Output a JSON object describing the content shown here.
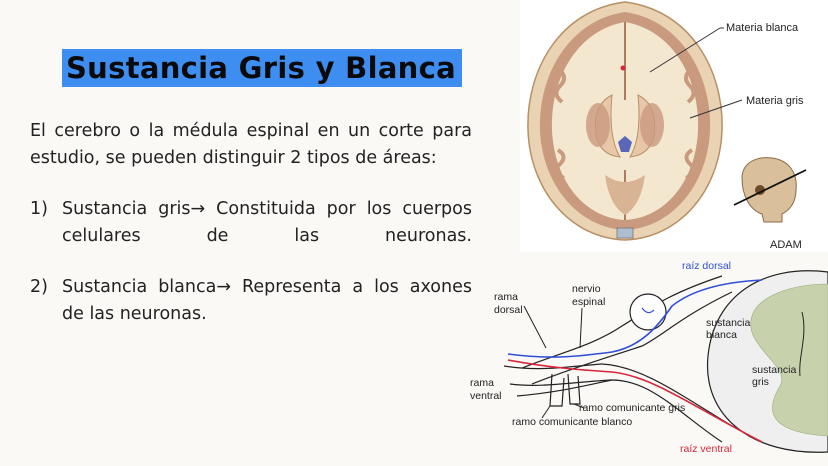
{
  "slide": {
    "title": "Sustancia Gris y Blanca",
    "intro": "El cerebro o la médula espinal en un corte para estudio, se pueden distinguir 2 tipos de áreas:",
    "items": [
      {
        "number": "1)",
        "text": "Sustancia gris→ Constituida por los cuerpos celulares de las neuronas."
      },
      {
        "number": "2)",
        "text": "Sustancia blanca→ Representa a los axones de las neuronas."
      }
    ]
  },
  "brain_figure": {
    "label_white": "Materia blanca",
    "label_gray": "Materia gris",
    "credit": "ADAM"
  },
  "spinal_figure": {
    "raiz_dorsal": "raíz dorsal",
    "raiz_ventral": "raíz ventral",
    "rama_dorsal_1": "rama",
    "rama_dorsal_2": "dorsal",
    "nervio_1": "nervio",
    "nervio_2": "espinal",
    "rama_ventral_1": "rama",
    "rama_ventral_2": "ventral",
    "sust_blanca_1": "sustancia",
    "sust_blanca_2": "blanca",
    "sust_gris_1": "sustancia",
    "sust_gris_2": "gris",
    "ramo_gris": "ramo comunicante gris",
    "ramo_blanco": "ramo comunicante blanco"
  },
  "colors": {
    "title_highlight": "#3d8ef0",
    "dorsal_blue": "#2f4fd8",
    "ventral_red": "#d8263a",
    "gray_matter": "#c7d2ad"
  }
}
